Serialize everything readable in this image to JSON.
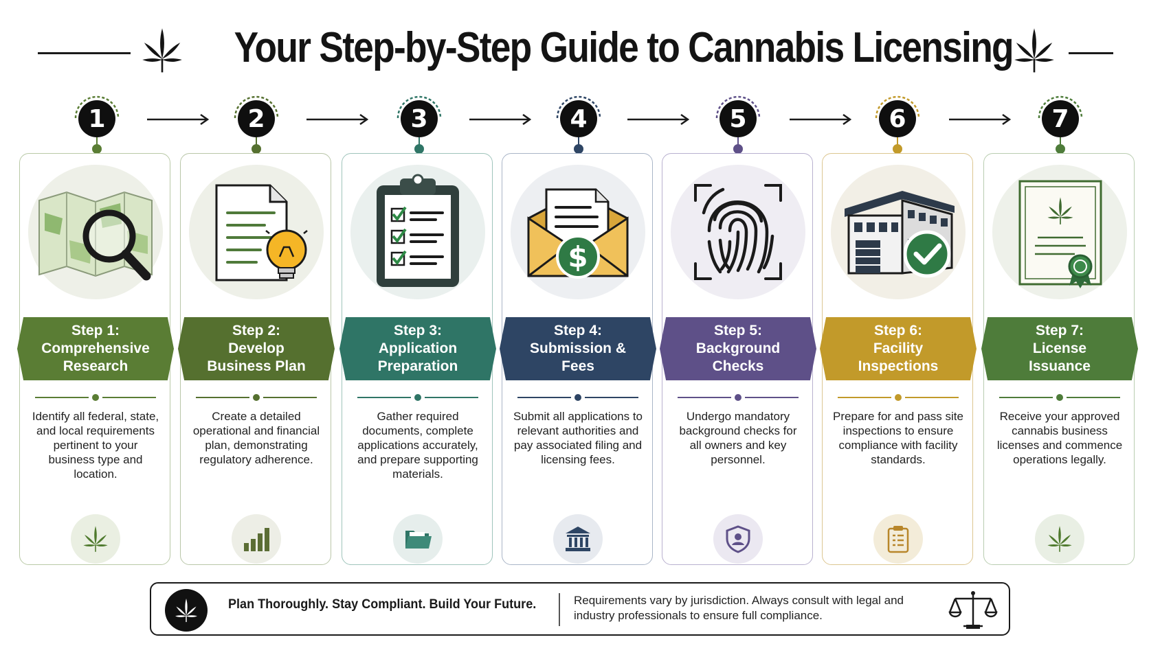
{
  "title": "Your Step-by-Step Guide to Cannabis Licensing",
  "steps": [
    {
      "number": "1",
      "title_line1": "Step 1:",
      "title_line2": "Comprehensive",
      "title_line3": "Research",
      "description": "Identify all federal, state, and local requirements pertinent to your business type and location.",
      "color": "#5a7d34",
      "illustration": "map-magnifier-icon",
      "bottom_icon": "cannabis-leaf-icon"
    },
    {
      "number": "2",
      "title_line1": "Step 2:",
      "title_line2": "Develop",
      "title_line3": "Business Plan",
      "description": "Create a detailed operational and financial plan, demonstrating regulatory adherence.",
      "color": "#55702f",
      "illustration": "document-lightbulb-icon",
      "bottom_icon": "bar-chart-icon"
    },
    {
      "number": "3",
      "title_line1": "Step 3:",
      "title_line2": "Application",
      "title_line3": "Preparation",
      "description": "Gather required documents, complete applications accurately, and prepare supporting materials.",
      "color": "#2f7566",
      "illustration": "clipboard-checklist-icon",
      "bottom_icon": "folder-icon"
    },
    {
      "number": "4",
      "title_line1": "Step 4:",
      "title_line2": "Submission &",
      "title_line3": "Fees",
      "description": "Submit all applications to relevant authorities and pay associated filing and licensing fees.",
      "color": "#2e4564",
      "illustration": "envelope-dollar-icon",
      "bottom_icon": "government-building-icon"
    },
    {
      "number": "5",
      "title_line1": "Step 5:",
      "title_line2": "Background",
      "title_line3": "Checks",
      "description": "Undergo mandatory background checks for all owners and key personnel.",
      "color": "#5e5088",
      "illustration": "fingerprint-icon",
      "bottom_icon": "shield-user-icon"
    },
    {
      "number": "6",
      "title_line1": "Step 6:",
      "title_line2": "Facility",
      "title_line3": "Inspections",
      "description": "Prepare for and pass site inspections to ensure compliance with facility standards.",
      "color": "#c29a2a",
      "illustration": "building-check-icon",
      "bottom_icon": "clipboard-icon"
    },
    {
      "number": "7",
      "title_line1": "Step 7:",
      "title_line2": "License",
      "title_line3": "Issuance",
      "description": "Receive your approved cannabis business licenses and commence operations legally.",
      "color": "#4e7c3a",
      "illustration": "certificate-icon",
      "bottom_icon": "cannabis-leaf-icon"
    }
  ],
  "footer": {
    "tagline": "Plan Thoroughly. Stay Compliant. Build Your Future.",
    "note": "Requirements vary by jurisdiction. Always consult with legal and industry professionals to ensure full compliance.",
    "logo_icon": "cannabis-leaf-icon",
    "right_icon": "scales-of-justice-icon"
  }
}
